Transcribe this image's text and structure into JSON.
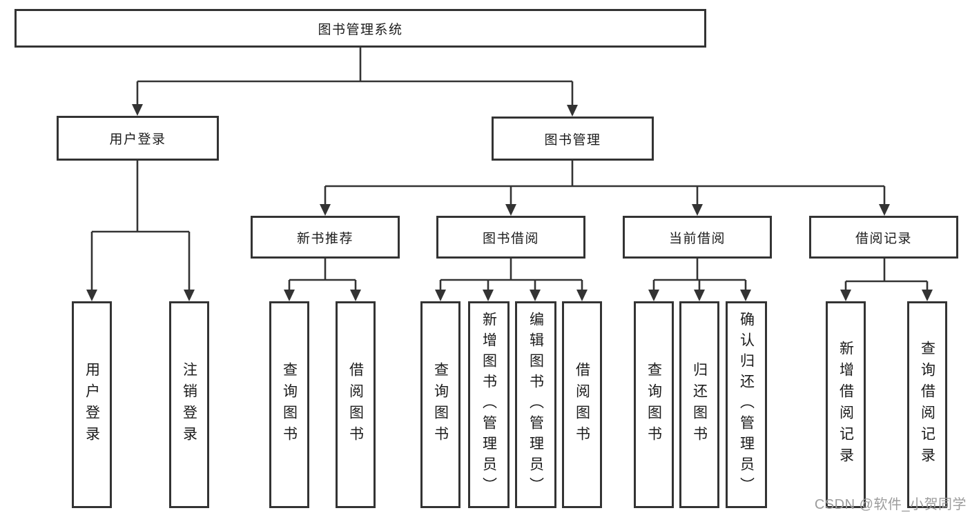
{
  "diagram": {
    "root": {
      "label": "图书管理系统"
    },
    "level1": [
      {
        "label": "用户登录"
      },
      {
        "label": "图书管理"
      }
    ],
    "level2": [
      {
        "label": "新书推荐"
      },
      {
        "label": "图书借阅"
      },
      {
        "label": "当前借阅"
      },
      {
        "label": "借阅记录"
      }
    ],
    "leaves": {
      "user_login": [
        {
          "label": "用户登录"
        },
        {
          "label": "注销登录"
        }
      ],
      "new_books": [
        {
          "label": "查询图书"
        },
        {
          "label": "借阅图书"
        }
      ],
      "book_borrow": [
        {
          "label": "查询图书"
        },
        {
          "label": "新增图书（管理员）"
        },
        {
          "label": "编辑图书（管理员）"
        },
        {
          "label": "借阅图书"
        }
      ],
      "current_borrow": [
        {
          "label": "查询图书"
        },
        {
          "label": "归还图书"
        },
        {
          "label": "确认归还（管理员）"
        }
      ],
      "borrow_records": [
        {
          "label": "新增借阅记录"
        },
        {
          "label": "查询借阅记录"
        }
      ]
    },
    "watermark": {
      "text": "CSDN @软件_小贺同学"
    },
    "colors": {
      "line": "#333333",
      "text": "#1b1b1b",
      "box_background": "#ffffff",
      "watermark": "#9c9c9c"
    }
  }
}
